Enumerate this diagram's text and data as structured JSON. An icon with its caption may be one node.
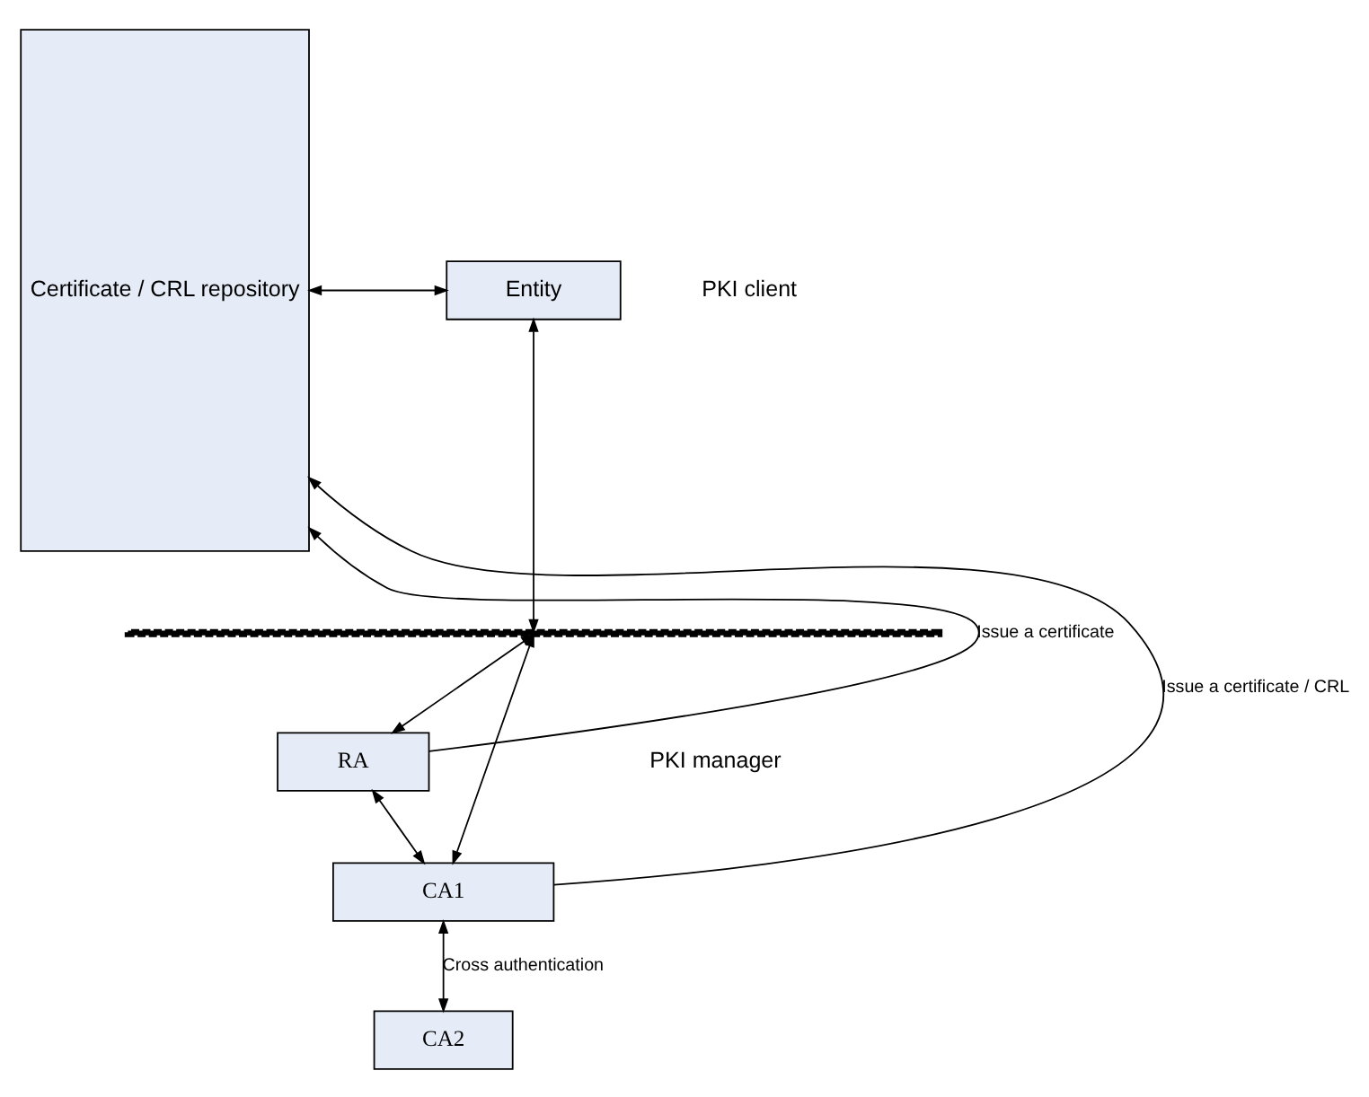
{
  "diagram": {
    "nodes": [
      {
        "text": [
          "Certificate / CRL repository"
        ]
      },
      {
        "text": [
          "Entity"
        ]
      },
      {
        "text": [],
        "shape": "bar"
      },
      {
        "text": [
          "RA"
        ]
      },
      {
        "text": [
          "CA1"
        ]
      },
      {
        "text": [
          "CA2"
        ]
      }
    ],
    "edges": [
      {
        "from": 0,
        "to": 1,
        "arrow": "both"
      },
      {
        "from": 1,
        "to": 2,
        "arrow": "both"
      },
      {
        "from": 2,
        "to": 3,
        "arrow": "both"
      },
      {
        "from": 2,
        "to": 4,
        "arrow": "both"
      },
      {
        "from": 3,
        "to": 4,
        "arrow": "both"
      },
      {
        "from": 3,
        "to": 0,
        "arrow": "to",
        "label": "Issue a certificate"
      },
      {
        "from": 4,
        "to": 0,
        "arrow": "to",
        "label": "Issue a certificate / CRL"
      },
      {
        "from": 4,
        "to": 5,
        "arrow": "both",
        "label": "Cross authentication"
      }
    ],
    "labels": [
      "PKI client",
      "PKI manager"
    ]
  }
}
